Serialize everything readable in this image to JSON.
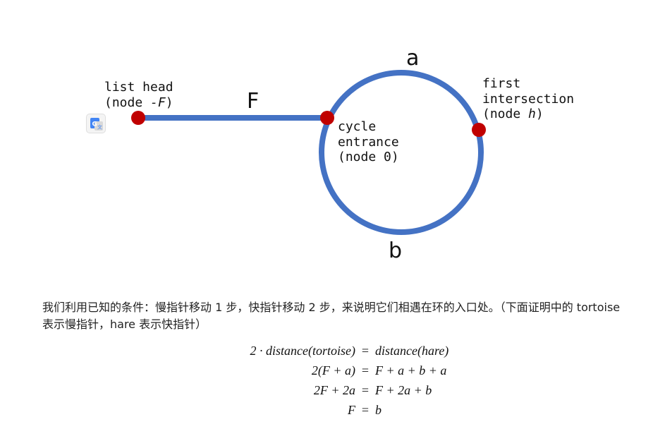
{
  "diagram": {
    "labels": {
      "list_head": {
        "line1": "list head",
        "line2_prefix": "(node ",
        "line2_var": "-F",
        "line2_suffix": ")"
      },
      "segment_f": "F",
      "arc_a": "a",
      "arc_b": "b",
      "cycle_entrance": {
        "line1": "cycle",
        "line2": "entrance",
        "line3": "(node 0)"
      },
      "first_intersection": {
        "line1": "first",
        "line2": "intersection",
        "line3_prefix": "(node ",
        "line3_var": "h",
        "line3_suffix": ")"
      }
    },
    "colors": {
      "path": "#4472C4",
      "node": "#C00000"
    }
  },
  "translate_icon": "google-translate-icon",
  "paragraph": "我们利用已知的条件：慢指针移动 1 步，快指针移动 2 步，来说明它们相遇在环的入口处。（下面证明中的 tortoise 表示慢指针，hare 表示快指针）",
  "equations": [
    {
      "lhs": "2 · distance(tortoise)",
      "rhs": "distance(hare)"
    },
    {
      "lhs": "2(F + a)",
      "rhs": "F + a + b + a"
    },
    {
      "lhs": "2F + 2a",
      "rhs": "F + 2a + b"
    },
    {
      "lhs": "F",
      "rhs": "b"
    }
  ]
}
